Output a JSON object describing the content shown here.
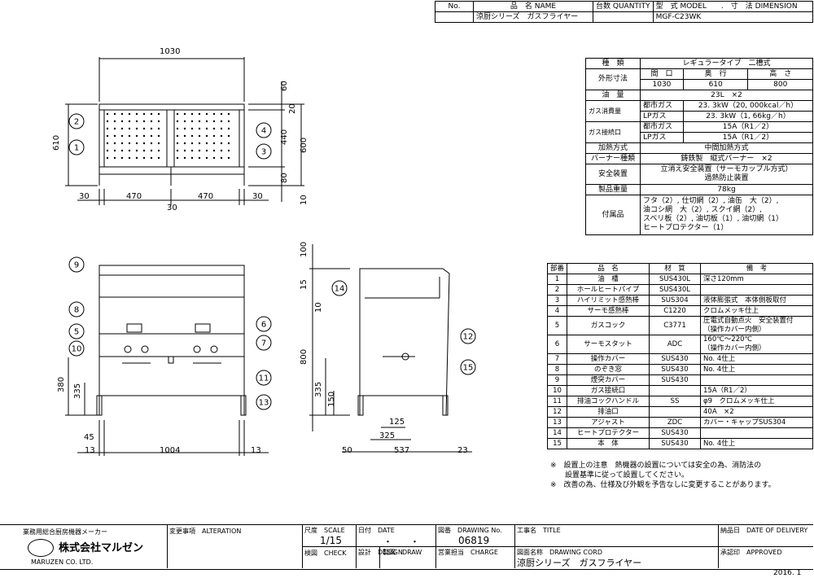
{
  "header": {
    "no_label": "No.",
    "name_label": "品　名 NAME",
    "qty_label": "台数 QUANTITY",
    "model_label": "型　式 MODEL　　.　寸　法 DIMENSION",
    "name_value": "涼厨シリーズ　ガスフライヤー",
    "model_value": "MGF-C23WK"
  },
  "spec": {
    "rows": [
      [
        "種　類",
        "レギュラータイプ　二槽式"
      ],
      [
        "外形寸法",
        "間　口",
        "奥　行",
        "高　さ"
      ],
      [
        "",
        "1030",
        "610",
        "800"
      ],
      [
        "油　量",
        "23L　×2"
      ],
      [
        "ガス消費量",
        "都市ガス",
        "23. 3kW（20, 000kcal／h）"
      ],
      [
        "",
        "LPガス",
        "23. 3kW（1, 66kg／h）"
      ],
      [
        "ガス接続口",
        "都市ガス",
        "15A（R1／2）"
      ],
      [
        "",
        "LPガス",
        "15A（R1／2）"
      ],
      [
        "加熱方式",
        "中間加熱方式"
      ],
      [
        "バーナー種類",
        "鋳鉄製　縦式バーナー　×2"
      ],
      [
        "安全装置",
        "立消え安全装置（サーモカップル方式）",
        "過熱防止装置"
      ],
      [
        "製品重量",
        "78kg"
      ],
      [
        "付属品",
        "フタ（2）, 仕切網（2）, 油缶　大（2）,",
        "油コシ網　大（2）, スクイ網（2）,",
        "スベリ板（2）, 油切板（1）, 油切網（1）",
        "ヒートプロテクター（1）"
      ]
    ]
  },
  "parts": {
    "headers": [
      "部番",
      "品　名",
      "材　質",
      "備　考"
    ],
    "rows": [
      [
        "1",
        "油　槽",
        "SUS430L",
        "深さ120mm"
      ],
      [
        "2",
        "ホールヒートパイプ",
        "SUS430L",
        ""
      ],
      [
        "3",
        "ハイリミット感熱棒",
        "SUS304",
        "液体膨張式　本体側板取付"
      ],
      [
        "4",
        "サーモ感熱棒",
        "C1220",
        "クロムメッキ仕上"
      ],
      [
        "5",
        "ガスコック",
        "C3771",
        "圧電式自動点火　安全装置付|（操作カバー内側）"
      ],
      [
        "6",
        "サーモスタット",
        "ADC",
        "160℃～220℃|（操作カバー内側）"
      ],
      [
        "7",
        "操作カバー",
        "SUS430",
        "No. 4仕上"
      ],
      [
        "8",
        "のぞき窓",
        "SUS430",
        "No. 4仕上"
      ],
      [
        "9",
        "煙突カバー",
        "SUS430",
        ""
      ],
      [
        "10",
        "ガス接続口",
        "",
        "15A（R1／2）"
      ],
      [
        "11",
        "排油コックハンドル",
        "SS",
        "φ9　クロムメッキ仕上"
      ],
      [
        "12",
        "排油口",
        "",
        "40A　×2"
      ],
      [
        "13",
        "アジャスト",
        "ZDC",
        "カバー・キャップSUS304"
      ],
      [
        "14",
        "ヒートプロテクター",
        "SUS430",
        ""
      ],
      [
        "15",
        "本　体",
        "SUS430",
        "No. 4仕上"
      ]
    ]
  },
  "notes": [
    "※　設置上の注意　熱機器の設置については安全の為、消防法の",
    "　　設置基準に従って設置してください。",
    "※　改善の為、仕様及び外観を予告なしに変更することがあります。"
  ],
  "dimensions": {
    "front": {
      "width": "1030",
      "height": "610",
      "d30a": "30",
      "d470a": "470",
      "d470b": "470",
      "d30b": "30",
      "d30c": "30",
      "h60": "60",
      "h20": "20",
      "h440": "440",
      "h600": "600",
      "h80": "80",
      "h10": "10"
    },
    "front_lower": {
      "h380": "380",
      "h335": "335",
      "d45": "45",
      "d13a": "13",
      "d1004": "1004",
      "d13b": "13"
    },
    "side": {
      "h100": "100",
      "h15": "15",
      "h10": "10",
      "h800": "800",
      "h335": "335",
      "h150": "150",
      "d125": "125",
      "d325": "325",
      "d50": "50",
      "d537": "537",
      "d23": "23"
    }
  },
  "callouts": [
    "1",
    "2",
    "3",
    "4",
    "5",
    "6",
    "7",
    "8",
    "9",
    "10",
    "11",
    "12",
    "13",
    "14",
    "15"
  ],
  "footer": {
    "maker_line1": "業務用総合厨房機器メーカー",
    "maker_name": "株式会社マルゼン",
    "maker_en": "MARUZEN CO. LTD.",
    "alteration": "変更事項　ALTERATION",
    "scale_label": "尺度　SCALE",
    "scale_value": "1/15",
    "date_label": "日付　DATE",
    "date_value": "・　　・",
    "drawing_no_label": "図番　DRAWING No.",
    "drawing_no": "06819",
    "title_label": "工事名　TITLE",
    "delivery_label": "納品日　DATE OF DELIVERY",
    "check_label": "検図　CHECK",
    "design_label": "設計　DESIGN",
    "draw_label": "製図　DRAW",
    "charge_label": "営業担当　CHARGE",
    "drawing_code_label": "図面名称　DRAWING CORD",
    "drawing_code": "涼厨シリーズ　ガスフライヤー",
    "approved_label": "承認印　APPROVED",
    "year": "2016. 1"
  }
}
